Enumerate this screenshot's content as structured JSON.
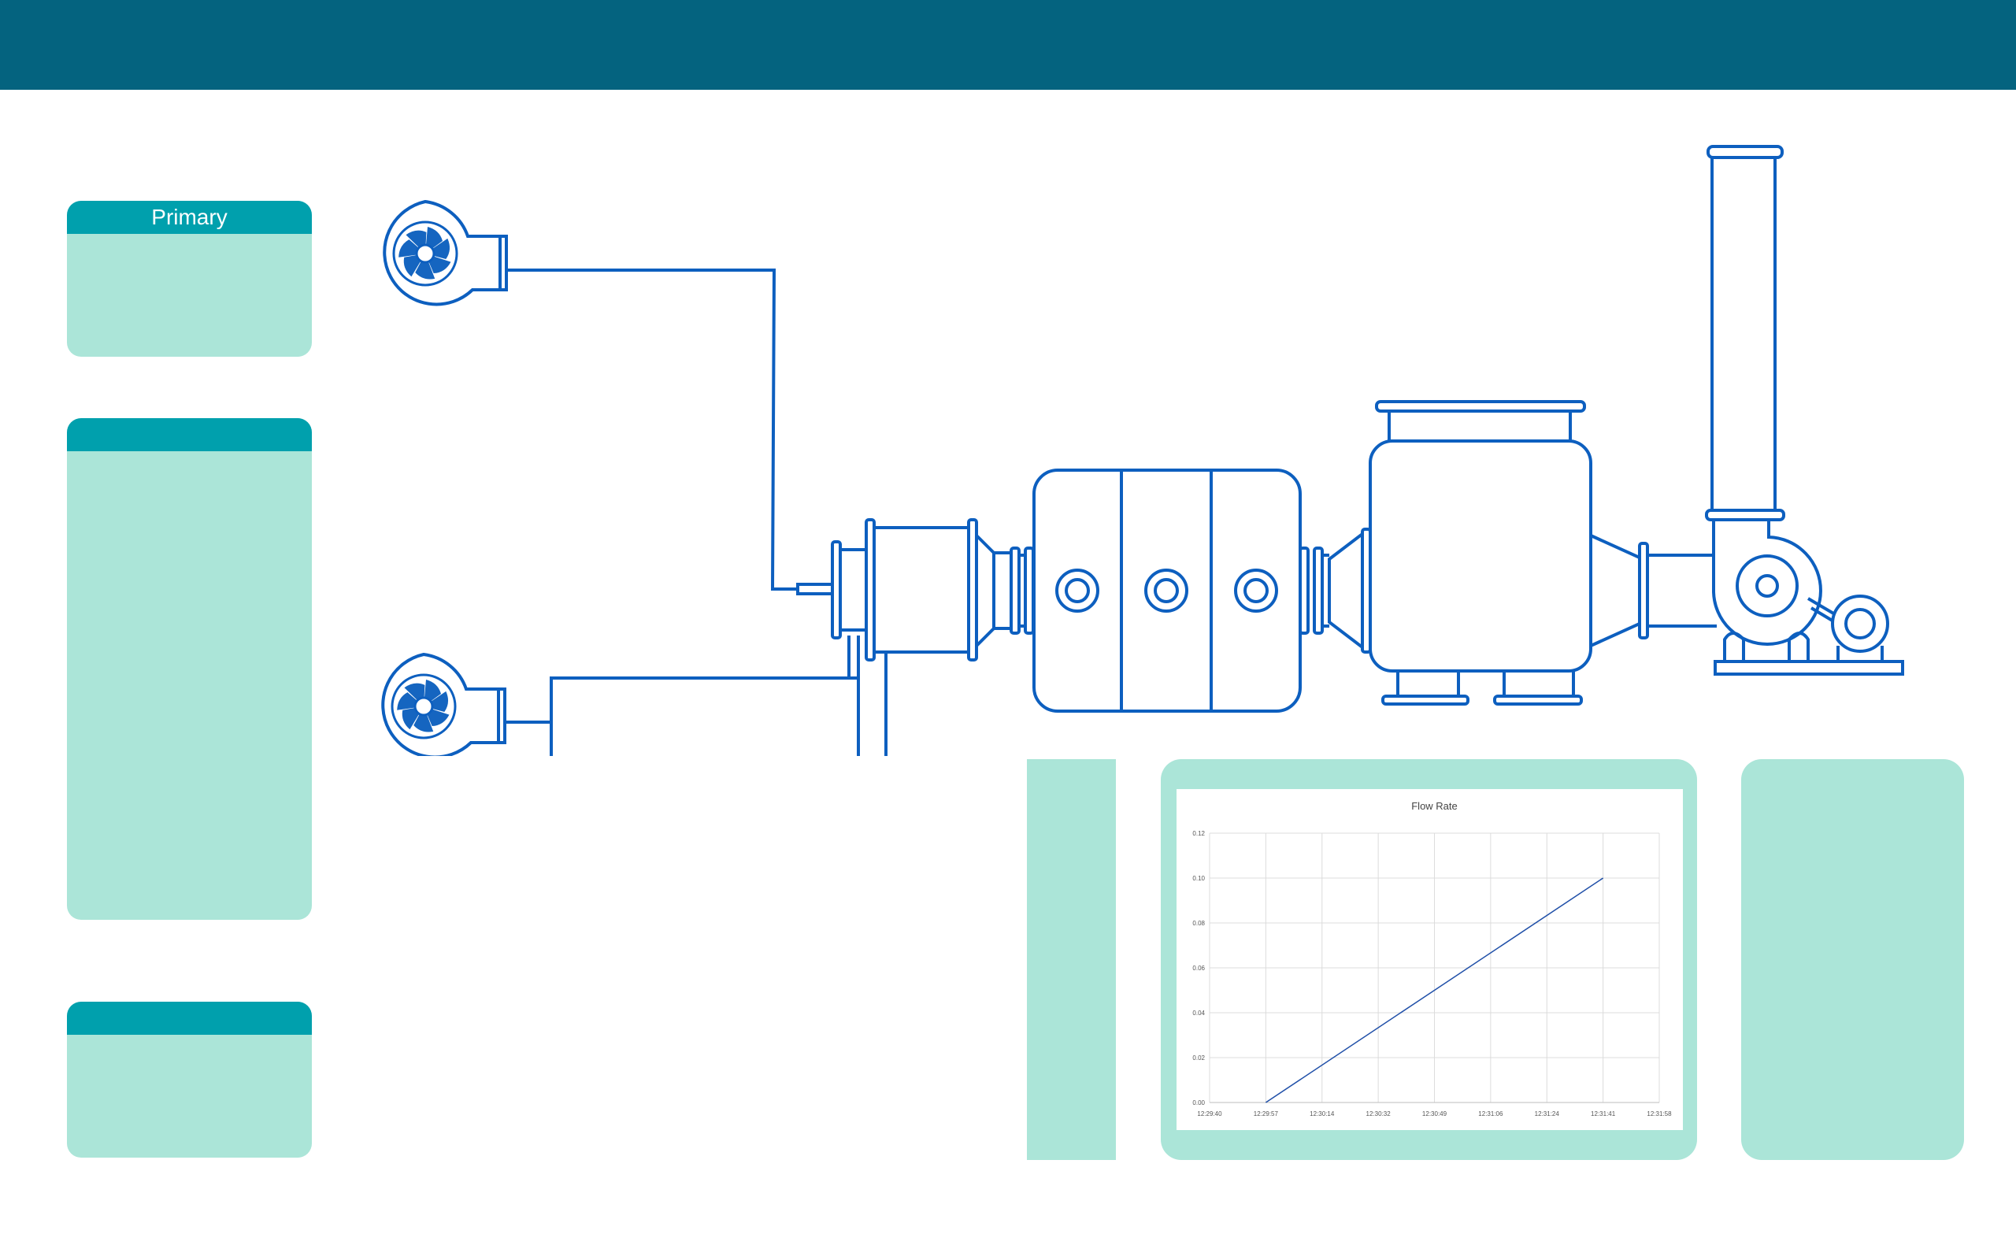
{
  "panels": {
    "primary": {
      "title": "Primary"
    },
    "middle": {
      "title": ""
    },
    "bottom": {
      "title": ""
    }
  },
  "diagram": {
    "stroke_color": "#0d5fbf",
    "fan_icon_color": "#1565c0",
    "icons": [
      "blower-fan-icon",
      "blower-fan-icon",
      "blower-fan-icon",
      "gear-pump-icon"
    ]
  },
  "colors": {
    "header": "#04637f",
    "panel_header": "#00a0ad",
    "panel_body": "#abe5d8",
    "line": "#0d5fbf"
  },
  "chart_data": {
    "type": "line",
    "title": "Flow Rate",
    "xlabel": "",
    "ylabel": "",
    "x_ticks": [
      "12:29:40",
      "12:29:57",
      "12:30:14",
      "12:30:32",
      "12:30:49",
      "12:31:06",
      "12:31:24",
      "12:31:41",
      "12:31:58"
    ],
    "y_ticks": [
      "0.00",
      "0.02",
      "0.04",
      "0.06",
      "0.08",
      "0.10",
      "0.12"
    ],
    "ylim": [
      0,
      0.12
    ],
    "grid": true,
    "color": "#1f4fa8",
    "series": [
      {
        "x": [
          "12:29:57",
          "12:31:41"
        ],
        "values": [
          0.0,
          0.1
        ]
      }
    ]
  }
}
